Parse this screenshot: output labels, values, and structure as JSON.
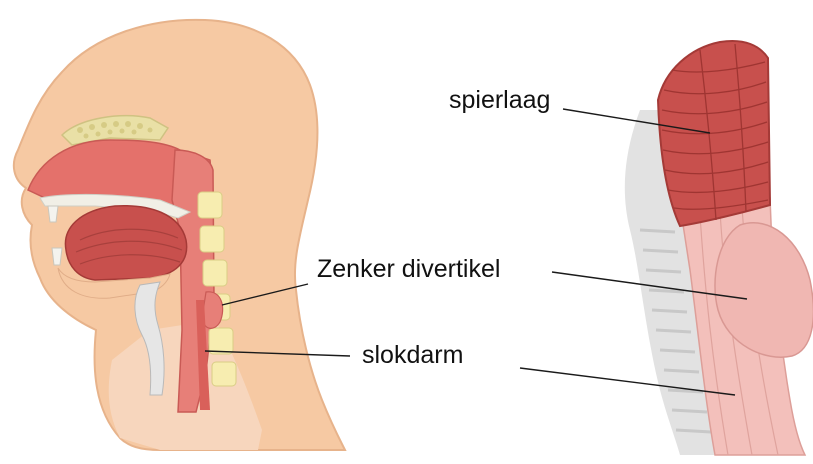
{
  "labels": {
    "muscle_layer": "spierlaag",
    "zenker_diverticulum": "Zenker divertikel",
    "esophagus": "slokdarm"
  },
  "colors": {
    "skin": "#f6c9a3",
    "muscle": "#c8504d",
    "muscle_dark": "#a43a37",
    "tissue_red": "#e77f78",
    "mucosa_pink": "#f3c0bb",
    "bone_yellow": "#f7edb0",
    "cartilage_gray": "#dcdcdc",
    "leader_line": "#1a1a1a"
  }
}
